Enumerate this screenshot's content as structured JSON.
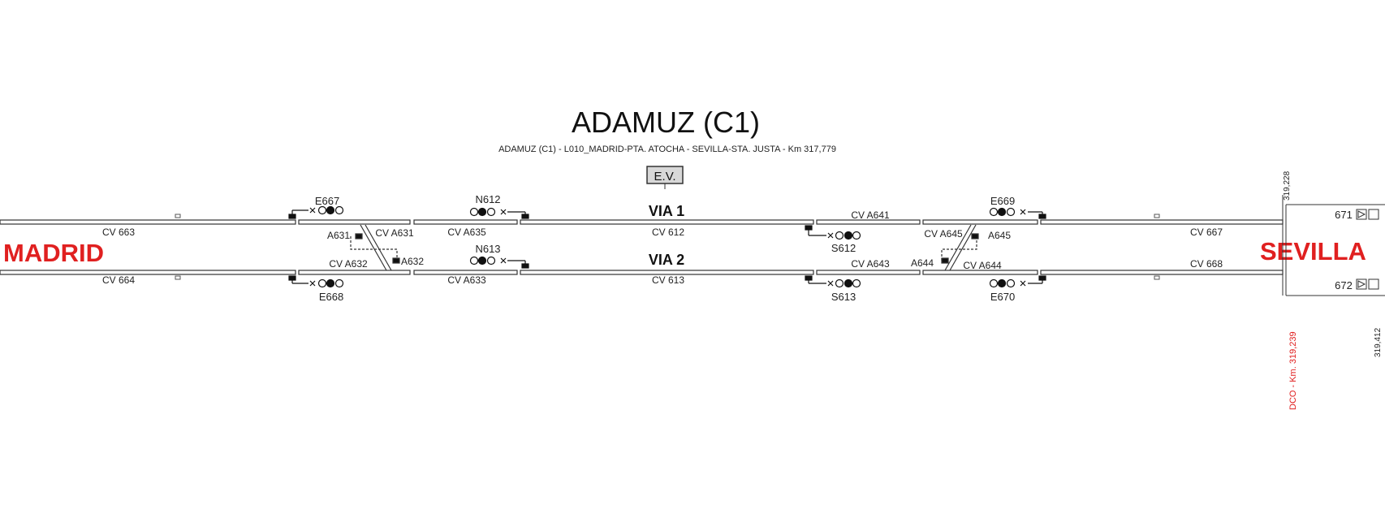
{
  "title": "ADAMUZ (C1)",
  "subtitle": "ADAMUZ (C1) - L010_MADRID-PTA. ATOCHA - SEVILLA-STA. JUSTA - Km 317,779",
  "ev_label": "E.V.",
  "ends": {
    "left": "MADRID",
    "right": "SEVILLA"
  },
  "tracks": {
    "via1": "VIA 1",
    "via2": "VIA 2"
  },
  "circuits": {
    "cv663": "CV 663",
    "cv664": "CV 664",
    "cva631": "CV A631",
    "cva632": "CV A632",
    "cva635": "CV A635",
    "cva633": "CV A633",
    "cv612": "CV 612",
    "cv613": "CV 613",
    "cva641": "CV A641",
    "cva643": "CV A643",
    "cva645": "CV A645",
    "cva644": "CV A644",
    "cv667": "CV 667",
    "cv668": "CV 668"
  },
  "signals": {
    "e667": "E667",
    "e668": "E668",
    "n612": "N612",
    "n613": "N613",
    "s612": "S612",
    "s613": "S613",
    "e669": "E669",
    "e670": "E670"
  },
  "switches": {
    "a631": "A631",
    "a632": "A632",
    "a644": "A644",
    "a645": "A645"
  },
  "boundary": {
    "track_671": "671",
    "track_672": "672",
    "km_top": "319,228",
    "km_bottom": "319,412",
    "dco": "DCO - Km. 319,239"
  },
  "colors": {
    "accent_red": "#e02020",
    "line": "#333333"
  }
}
